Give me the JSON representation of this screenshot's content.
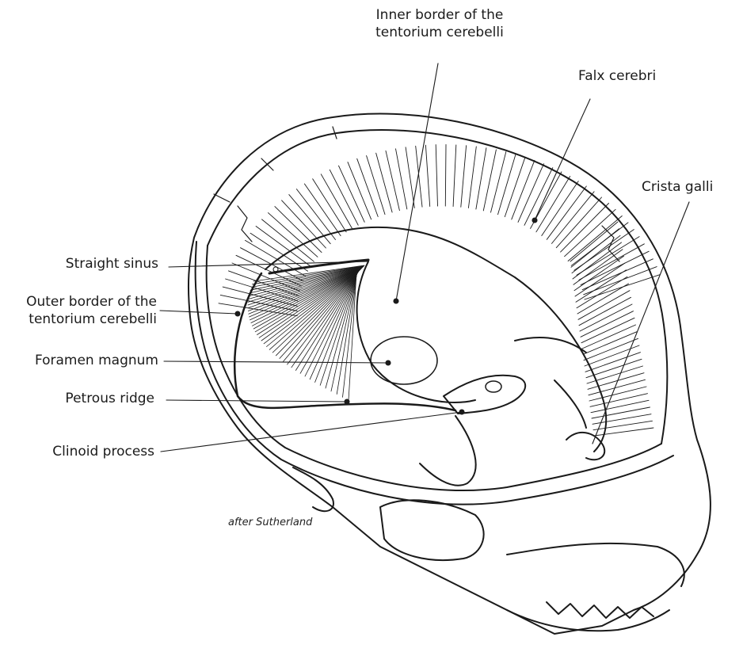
{
  "labels": {
    "inner_border_line1": "Inner border of the",
    "inner_border_line2": "tentorium cerebelli",
    "falx_cerebri": "Falx cerebri",
    "crista_galli": "Crista galli",
    "straight_sinus": "Straight sinus",
    "outer_border_line1": "Outer border of the",
    "outer_border_line2": "tentorium cerebelli",
    "foramen_magnum": "Foramen magnum",
    "petrous_ridge": "Petrous ridge",
    "clinoid_process": "Clinoid process"
  },
  "credit": "after Sutherland",
  "colors": {
    "ink": "#1a1a1a",
    "paper": "#ffffff"
  }
}
